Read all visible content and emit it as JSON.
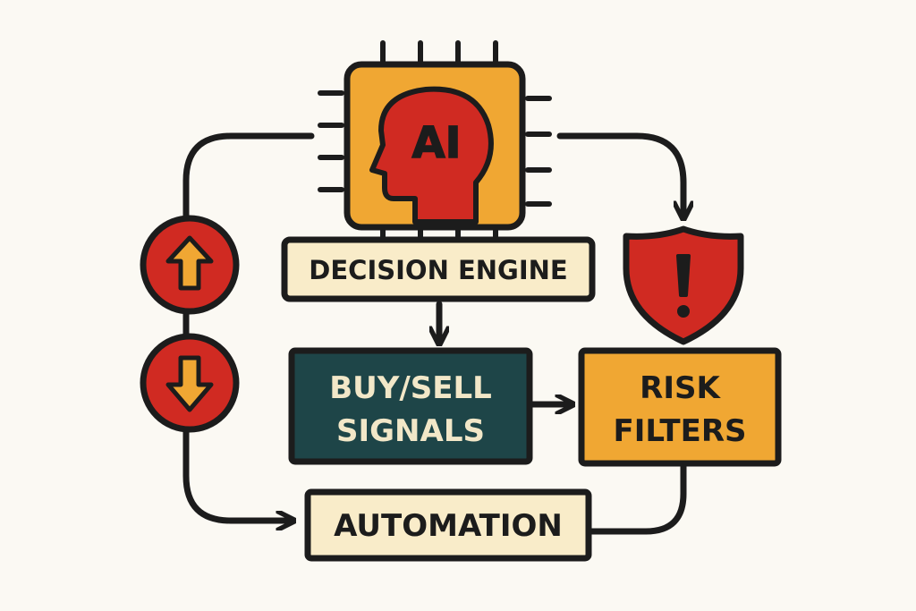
{
  "chip": {
    "text": "AI"
  },
  "nodes": {
    "decision_engine": "DECISION ENGINE",
    "signals_line1": "BUY/SELL",
    "signals_line2": "SIGNALS",
    "risk_line1": "RISK",
    "risk_line2": "FILTERS",
    "automation": "AUTOMATION"
  },
  "icons": {
    "chip": "ai-chip-icon",
    "head": "head-silhouette-icon",
    "shield": "shield-warning-icon",
    "up": "up-arrow-circle-icon",
    "down": "down-arrow-circle-icon"
  },
  "colors": {
    "background": "#fbf9f3",
    "ink": "#1c1c1c",
    "orange": "#f0a733",
    "red": "#d02a22",
    "teal": "#1e4548",
    "cream": "#f9ecc9",
    "cream_text": "#f2e7c8"
  }
}
